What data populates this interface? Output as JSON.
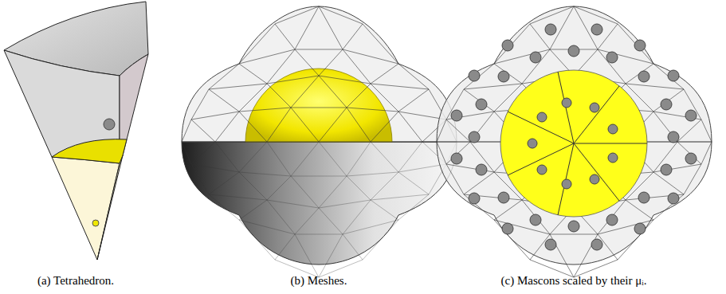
{
  "diagram": {
    "labels": [
      "(a) Tetrahedron.",
      "(b) Meshes.",
      "(c) Mascons scaled by their μᵢ."
    ]
  }
}
